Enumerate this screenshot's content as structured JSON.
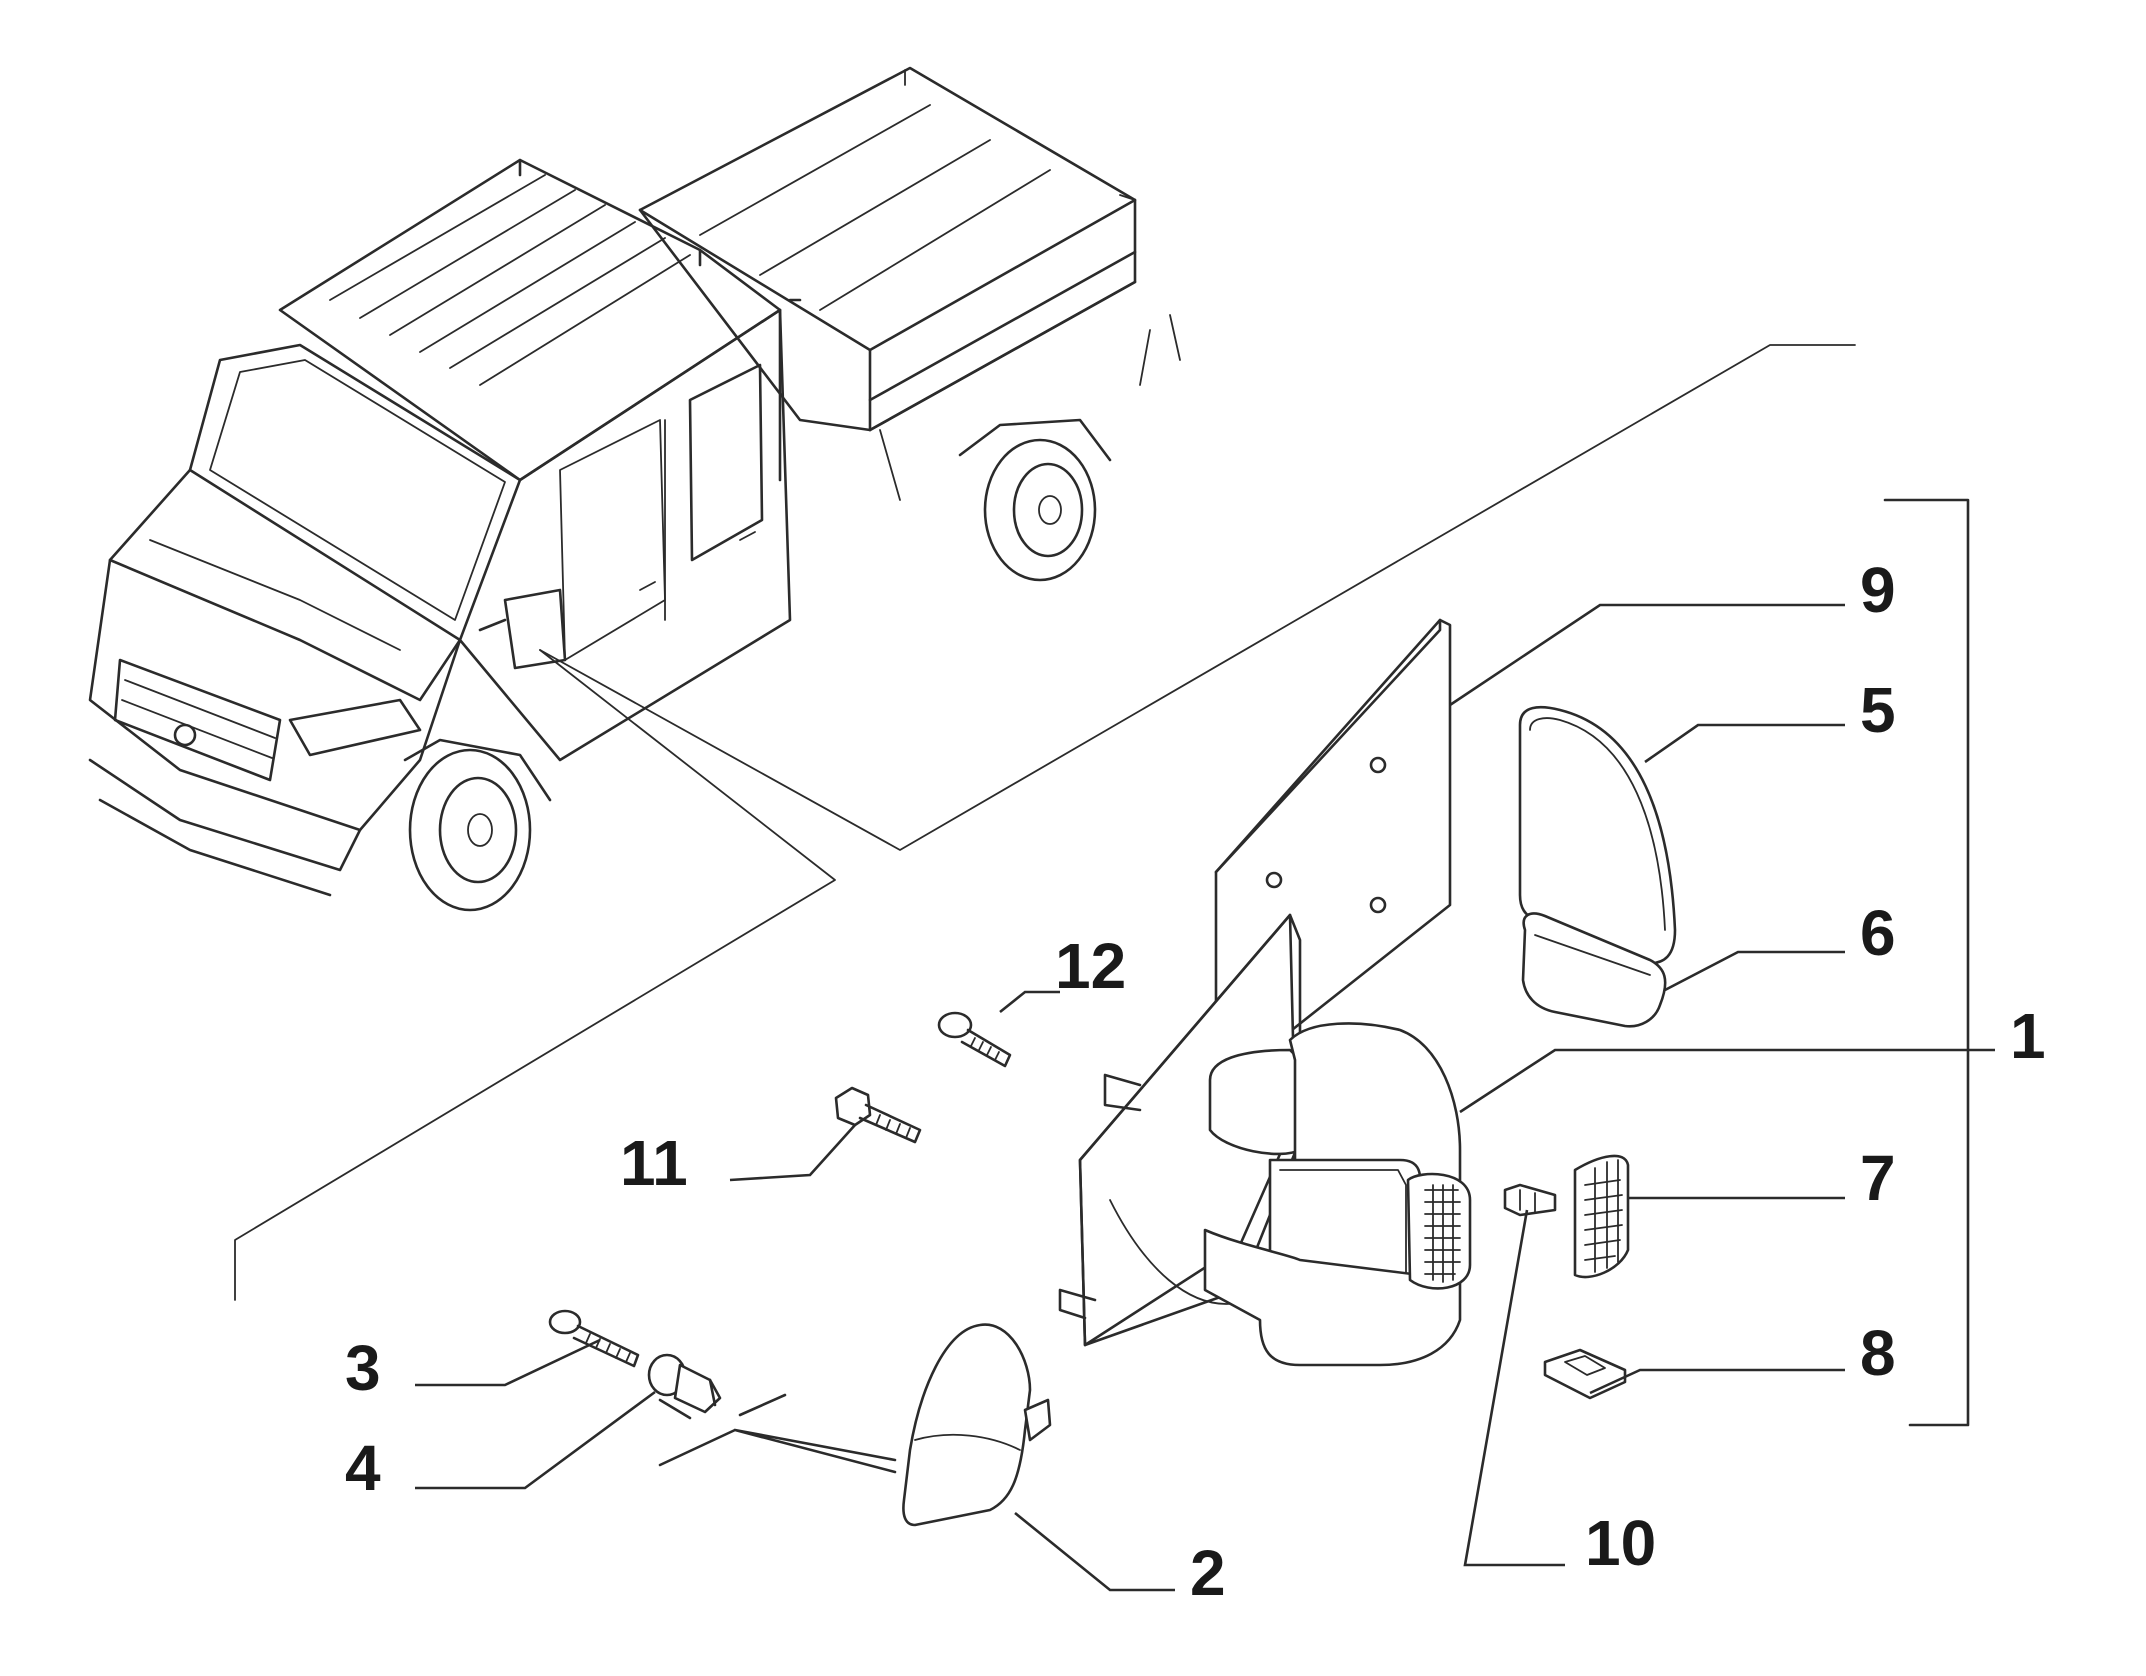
{
  "diagram": {
    "subject": "Exterior rear-view mirror assembly (exploded parts view)",
    "colors": {
      "line": "#2b2b2b",
      "text": "#1a1a1a",
      "background": "#ffffff"
    },
    "callouts": [
      {
        "id": "1",
        "label": "1"
      },
      {
        "id": "2",
        "label": "2"
      },
      {
        "id": "3",
        "label": "3"
      },
      {
        "id": "4",
        "label": "4"
      },
      {
        "id": "5",
        "label": "5"
      },
      {
        "id": "6",
        "label": "6"
      },
      {
        "id": "7",
        "label": "7"
      },
      {
        "id": "8",
        "label": "8"
      },
      {
        "id": "9",
        "label": "9"
      },
      {
        "id": "10",
        "label": "10"
      },
      {
        "id": "11",
        "label": "11"
      },
      {
        "id": "12",
        "label": "12"
      }
    ]
  }
}
